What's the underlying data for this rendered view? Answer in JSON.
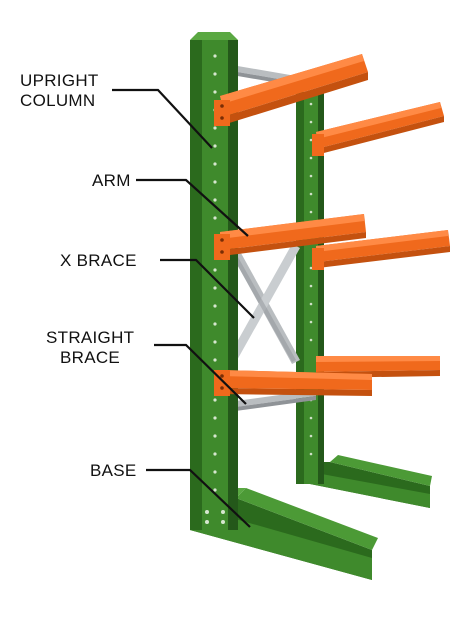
{
  "callouts": {
    "upright_column": {
      "line1": "UPRIGHT",
      "line2": "COLUMN"
    },
    "arm": {
      "line1": "ARM"
    },
    "x_brace": {
      "line1": "X BRACE"
    },
    "straight_brace": {
      "line1": "STRAIGHT",
      "line2": "BRACE"
    },
    "base": {
      "line1": "BASE"
    }
  },
  "colors": {
    "upright": "#3f8a2c",
    "upright_dark": "#2b6a1d",
    "upright_shadow": "#24581a",
    "arm": "#f0691c",
    "arm_dark": "#c4510f",
    "brace": "#b9bdc0",
    "brace_dark": "#8f9397",
    "leader_line": "#111111"
  }
}
